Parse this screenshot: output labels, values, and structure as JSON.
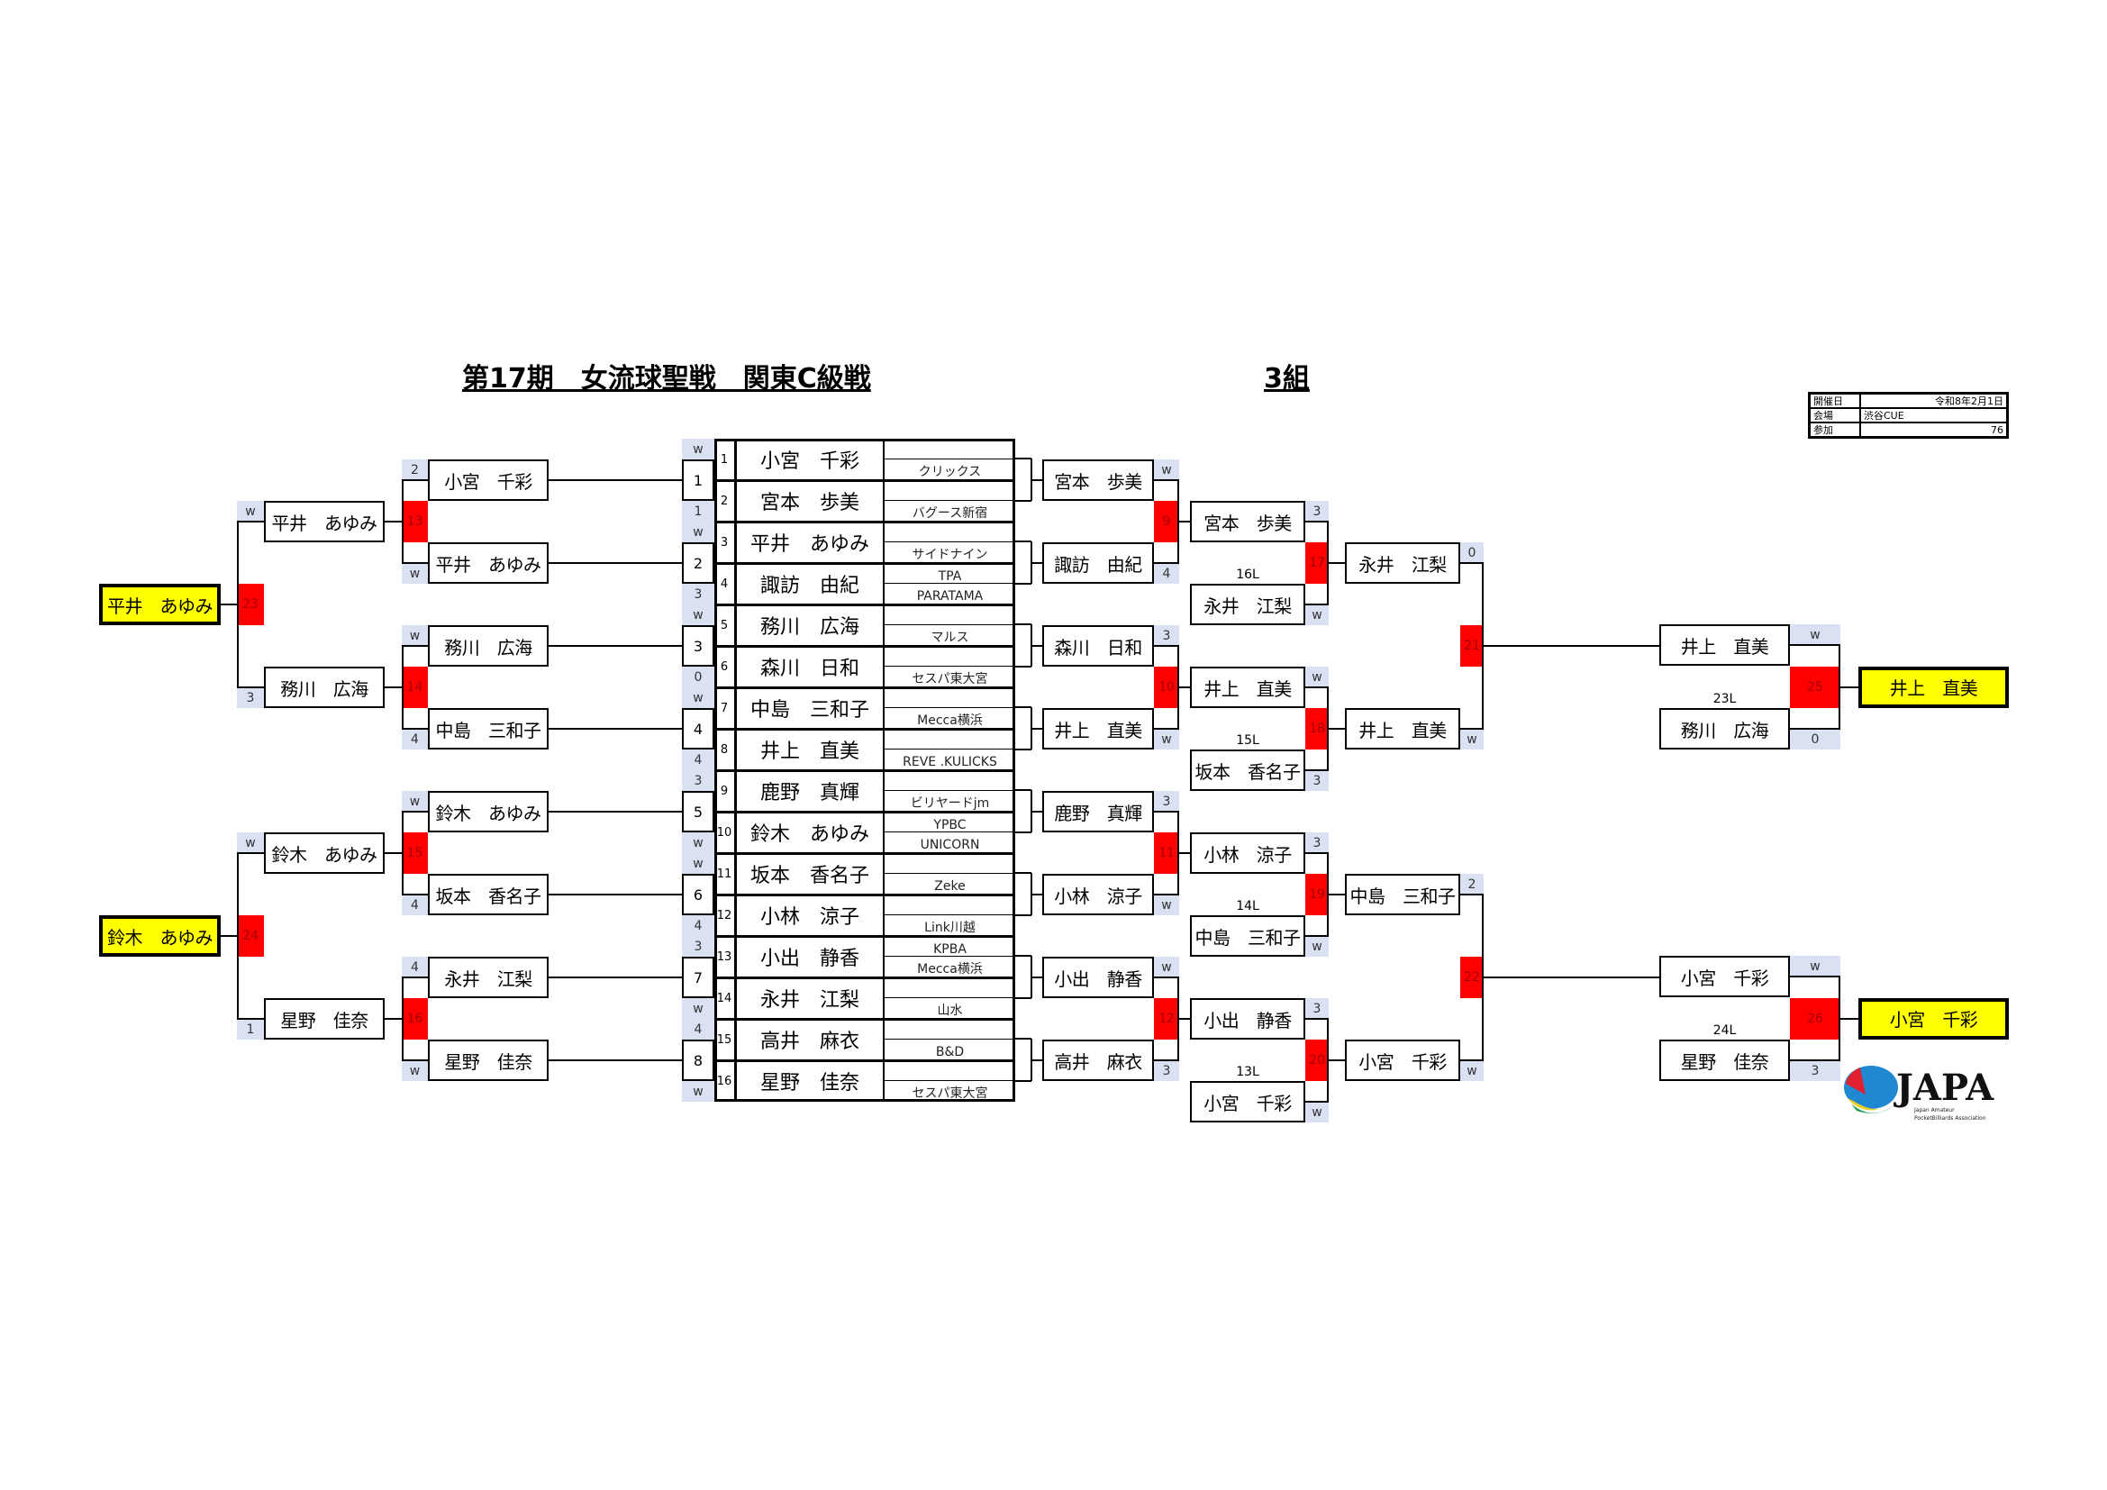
{
  "title": "第17期　女流球聖戦　関東C級戦",
  "group": "3組",
  "info": {
    "rows": [
      {
        "label": "開催日",
        "value": "令和8年2月1日"
      },
      {
        "label": "会場",
        "value": "渋谷CUE"
      },
      {
        "label": "参加",
        "value": "76"
      }
    ]
  },
  "draw": [
    {
      "no": "1",
      "name": "小宮　千彩",
      "club_top": "",
      "club_bottom": "クリックス"
    },
    {
      "no": "2",
      "name": "宮本　歩美",
      "club_top": "",
      "club_bottom": "バグース新宿"
    },
    {
      "no": "3",
      "name": "平井　あゆみ",
      "club_top": "",
      "club_bottom": "サイドナイン"
    },
    {
      "no": "4",
      "name": "諏訪　由紀",
      "club_top": "TPA",
      "club_bottom": "PARATAMA"
    },
    {
      "no": "5",
      "name": "務川　広海",
      "club_top": "",
      "club_bottom": "マルス"
    },
    {
      "no": "6",
      "name": "森川　日和",
      "club_top": "",
      "club_bottom": "セスパ東大宮"
    },
    {
      "no": "7",
      "name": "中島　三和子",
      "club_top": "",
      "club_bottom": "Mecca横浜"
    },
    {
      "no": "8",
      "name": "井上　直美",
      "club_top": "",
      "club_bottom": "REVE .KULICKS"
    },
    {
      "no": "9",
      "name": "鹿野　真輝",
      "club_top": "",
      "club_bottom": "ビリヤードjm"
    },
    {
      "no": "10",
      "name": "鈴木　あゆみ",
      "club_top": "YPBC",
      "club_bottom": "UNICORN"
    },
    {
      "no": "11",
      "name": "坂本　香名子",
      "club_top": "",
      "club_bottom": "Zeke"
    },
    {
      "no": "12",
      "name": "小林　涼子",
      "club_top": "",
      "club_bottom": "Link川越"
    },
    {
      "no": "13",
      "name": "小出　静香",
      "club_top": "KPBA",
      "club_bottom": "Mecca横浜"
    },
    {
      "no": "14",
      "name": "永井　江梨",
      "club_top": "",
      "club_bottom": "山水"
    },
    {
      "no": "15",
      "name": "高井　麻衣",
      "club_top": "",
      "club_bottom": "B&D"
    },
    {
      "no": "16",
      "name": "星野　佳奈",
      "club_top": "",
      "club_bottom": "セスパ東大宮"
    }
  ],
  "round1": [
    {
      "match": "1",
      "score_top": "w",
      "score_bottom": "1"
    },
    {
      "match": "2",
      "score_top": "w",
      "score_bottom": "3"
    },
    {
      "match": "3",
      "score_top": "w",
      "score_bottom": "0"
    },
    {
      "match": "4",
      "score_top": "w",
      "score_bottom": "4"
    },
    {
      "match": "5",
      "score_top": "3",
      "score_bottom": "w"
    },
    {
      "match": "6",
      "score_top": "w",
      "score_bottom": "4"
    },
    {
      "match": "7",
      "score_top": "3",
      "score_bottom": "w"
    },
    {
      "match": "8",
      "score_top": "4",
      "score_bottom": "w"
    }
  ],
  "left_r2": [
    {
      "match": "13",
      "top": {
        "name": "小宮　千彩",
        "score": "2"
      },
      "bottom": {
        "name": "平井　あゆみ",
        "score": "w"
      }
    },
    {
      "match": "14",
      "top": {
        "name": "務川　広海",
        "score": "w"
      },
      "bottom": {
        "name": "中島　三和子",
        "score": "4"
      }
    },
    {
      "match": "15",
      "top": {
        "name": "鈴木　あゆみ",
        "score": "w"
      },
      "bottom": {
        "name": "坂本　香名子",
        "score": "4"
      }
    },
    {
      "match": "16",
      "top": {
        "name": "永井　江梨",
        "score": "4"
      },
      "bottom": {
        "name": "星野　佳奈",
        "score": "w"
      }
    }
  ],
  "left_r3": [
    {
      "match": "23",
      "top": {
        "name": "平井　あゆみ",
        "score": "w"
      },
      "bottom": {
        "name": "務川　広海",
        "score": "3"
      }
    },
    {
      "match": "24",
      "top": {
        "name": "鈴木　あゆみ",
        "score": "w"
      },
      "bottom": {
        "name": "星野　佳奈",
        "score": "1"
      }
    }
  ],
  "left_finalists": [
    "平井　あゆみ",
    "鈴木　あゆみ"
  ],
  "right_r1": [
    {
      "match": "9",
      "top": {
        "name": "宮本　歩美",
        "score": "w"
      },
      "bottom": {
        "name": "諏訪　由紀",
        "score": "4"
      }
    },
    {
      "match": "10",
      "top": {
        "name": "森川　日和",
        "score": "3"
      },
      "bottom": {
        "name": "井上　直美",
        "score": "w"
      }
    },
    {
      "match": "11",
      "top": {
        "name": "鹿野　真輝",
        "score": "3"
      },
      "bottom": {
        "name": "小林　涼子",
        "score": "w"
      }
    },
    {
      "match": "12",
      "top": {
        "name": "小出　静香",
        "score": "w"
      },
      "bottom": {
        "name": "高井　麻衣",
        "score": "3"
      }
    }
  ],
  "right_r2": [
    {
      "match": "17",
      "top": {
        "name": "宮本　歩美",
        "score": "3"
      },
      "bottom": {
        "name": "永井　江梨",
        "score": "w",
        "from": "16L"
      }
    },
    {
      "match": "18",
      "top": {
        "name": "井上　直美",
        "score": "w"
      },
      "bottom": {
        "name": "坂本　香名子",
        "score": "3",
        "from": "15L"
      }
    },
    {
      "match": "19",
      "top": {
        "name": "小林　涼子",
        "score": "3"
      },
      "bottom": {
        "name": "中島　三和子",
        "score": "w",
        "from": "14L"
      }
    },
    {
      "match": "20",
      "top": {
        "name": "小出　静香",
        "score": "3"
      },
      "bottom": {
        "name": "小宮　千彩",
        "score": "w",
        "from": "13L"
      }
    }
  ],
  "right_r3": [
    {
      "match": "21",
      "top": {
        "name": "永井　江梨",
        "score": "0"
      },
      "bottom": {
        "name": "井上　直美",
        "score": "w"
      }
    },
    {
      "match": "22",
      "top": {
        "name": "中島　三和子",
        "score": "2"
      },
      "bottom": {
        "name": "小宮　千彩",
        "score": "w"
      }
    }
  ],
  "right_r4": [
    {
      "match": "25",
      "top": {
        "name": "井上　直美",
        "score": "w"
      },
      "bottom": {
        "name": "務川　広海",
        "score": "0",
        "from": "23L"
      }
    },
    {
      "match": "26",
      "top": {
        "name": "小宮　千彩",
        "score": "w"
      },
      "bottom": {
        "name": "星野　佳奈",
        "score": "3",
        "from": "24L"
      }
    }
  ],
  "right_finalists": [
    "井上　直美",
    "小宮　千彩"
  ],
  "logo": {
    "text": "JAPA",
    "subtitle_1": "Japan Amateur",
    "subtitle_2": "PocketBilliards Association"
  },
  "colors": {
    "score_bg": "#d9e1f2",
    "match_red": "#ff0000",
    "finalist": "#ffff00"
  }
}
